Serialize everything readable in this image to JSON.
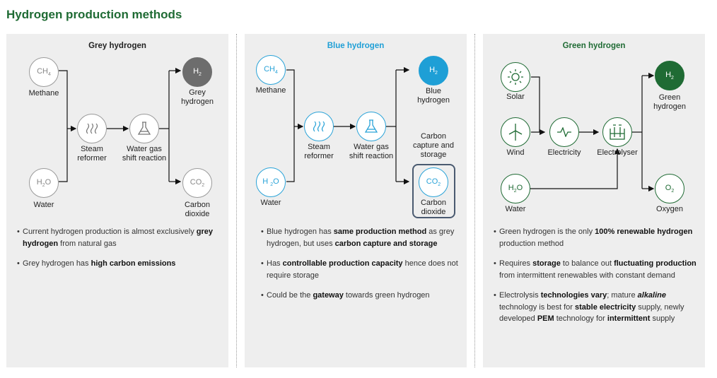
{
  "page_title": "Hydrogen production methods",
  "colors": {
    "title_green": "#1f6b34",
    "grey": "#6d6d6d",
    "blue": "#1e9fd6",
    "green": "#1f6b34",
    "panel_bg": "#eeeeee"
  },
  "grey": {
    "title": "Grey hydrogen",
    "nodes": {
      "methane": {
        "formula": "CH",
        "sub": "4",
        "label": "Methane",
        "icon": "methane-icon"
      },
      "water": {
        "formula": "H",
        "sub": "2",
        "tail": "O",
        "label": "Water",
        "icon": "water-icon"
      },
      "steam": {
        "label1": "Steam",
        "label2": "reformer",
        "icon": "steam-icon"
      },
      "shift": {
        "label1": "Water gas",
        "label2": "shift reaction",
        "icon": "flask-icon"
      },
      "h2": {
        "formula": "H",
        "sub": "2",
        "label1": "Grey",
        "label2": "hydrogen",
        "icon": "hydrogen-icon"
      },
      "co2": {
        "formula": "CO",
        "sub": "2",
        "label1": "Carbon",
        "label2": "dioxide",
        "icon": "co2-icon"
      }
    },
    "bullets": [
      {
        "parts": [
          "Current hydrogen production is almost exclusively ",
          "grey hydrogen",
          " from natural gas"
        ]
      },
      {
        "parts": [
          "Grey hydrogen has ",
          "high carbon emissions",
          ""
        ]
      }
    ]
  },
  "blue": {
    "title": "Blue hydrogen",
    "nodes": {
      "methane": {
        "formula": "CH",
        "sub": "4",
        "label": "Methane",
        "icon": "methane-icon"
      },
      "water": {
        "formula": "H ",
        "sub": "2",
        "tail": "O",
        "label": "Water",
        "icon": "water-icon"
      },
      "steam": {
        "label1": "Steam",
        "label2": "reformer",
        "icon": "steam-icon"
      },
      "shift": {
        "label1": "Water gas",
        "label2": "shift reaction",
        "icon": "flask-icon"
      },
      "h2": {
        "formula": "H",
        "sub": "2",
        "label1": "Blue",
        "label2": "hydrogen",
        "icon": "hydrogen-icon"
      },
      "ccs": {
        "label1": "Carbon",
        "label2": "capture and",
        "label3": "storage"
      },
      "co2": {
        "formula": "CO",
        "sub": "2",
        "label1": "Carbon",
        "label2": "dioxide",
        "icon": "co2-icon"
      }
    },
    "bullets": [
      {
        "parts": [
          "Blue hydrogen has ",
          "same production method",
          " as grey hydrogen, but uses ",
          "carbon capture and storage",
          ""
        ]
      },
      {
        "parts": [
          "Has ",
          "controllable production capacity",
          " hence does not require storage"
        ]
      },
      {
        "parts": [
          "Could be the ",
          "gateway",
          " towards green hydrogen"
        ]
      }
    ]
  },
  "green": {
    "title": "Green hydrogen",
    "nodes": {
      "solar": {
        "label": "Solar",
        "icon": "sun-icon"
      },
      "wind": {
        "label": "Wind",
        "icon": "wind-turbine-icon"
      },
      "electricity": {
        "label": "Electricity",
        "icon": "electricity-icon"
      },
      "electrolyser": {
        "label": "Electrolyser",
        "icon": "electrolyser-icon"
      },
      "water": {
        "formula": "H",
        "sub": "2",
        "tail": "O",
        "label": "Water",
        "icon": "water-icon"
      },
      "h2": {
        "formula": "H",
        "sub": "2",
        "label1": "Green",
        "label2": "hydrogen",
        "icon": "hydrogen-icon"
      },
      "o2": {
        "formula": "O",
        "sub": "2",
        "label": "Oxygen",
        "icon": "oxygen-icon"
      }
    },
    "bullets": [
      {
        "parts": [
          "Green hydrogen is the only ",
          "100% renewable hydrogen",
          " production method"
        ]
      },
      {
        "parts": [
          "Requires ",
          "storage",
          " to balance out ",
          "fluctuating production",
          " from intermittent renewables with constant demand"
        ]
      },
      {
        "parts": [
          "Electrolysis ",
          "technologies vary",
          "; mature ",
          "alkaline",
          " technology is best for ",
          "stable electricity",
          " supply, newly developed ",
          "PEM",
          " technology for ",
          "intermittent",
          " supply"
        ]
      }
    ]
  }
}
